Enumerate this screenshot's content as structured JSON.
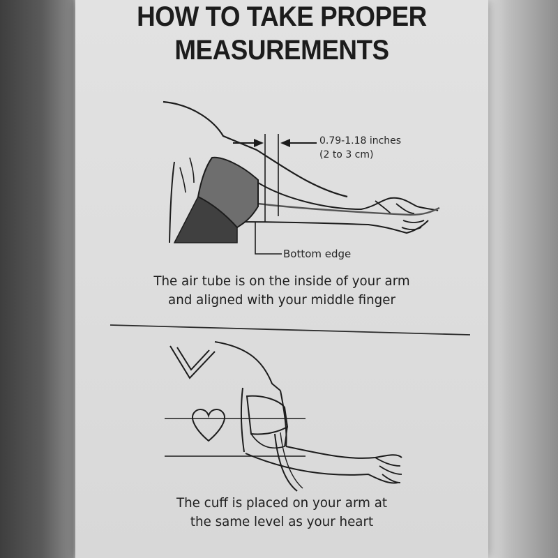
{
  "card": {
    "title_line1": "HOW TO TAKE PROPER",
    "title_line2": "MEASUREMENTS"
  },
  "figure1": {
    "distance_label_line1": "0.79-1.18 inches",
    "distance_label_line2": "(2 to 3 cm)",
    "bottom_edge_label": "Bottom edge"
  },
  "caption1": {
    "line1": "The air tube is on the inside of your arm",
    "line2": "and aligned with your middle finger"
  },
  "caption2": {
    "line1": "The cuff is placed on your arm at",
    "line2": "the same level as your heart"
  },
  "colors": {
    "card": "#dedede",
    "ink": "#1c1c1c",
    "cuff_dark": "#4a4a4a",
    "cuff_mid": "#6e6e6e"
  },
  "icons": {
    "figure1": "arm-with-cuff-illustration",
    "figure2": "seated-person-cuff-heart-level-illustration",
    "heart": "heart-icon"
  }
}
